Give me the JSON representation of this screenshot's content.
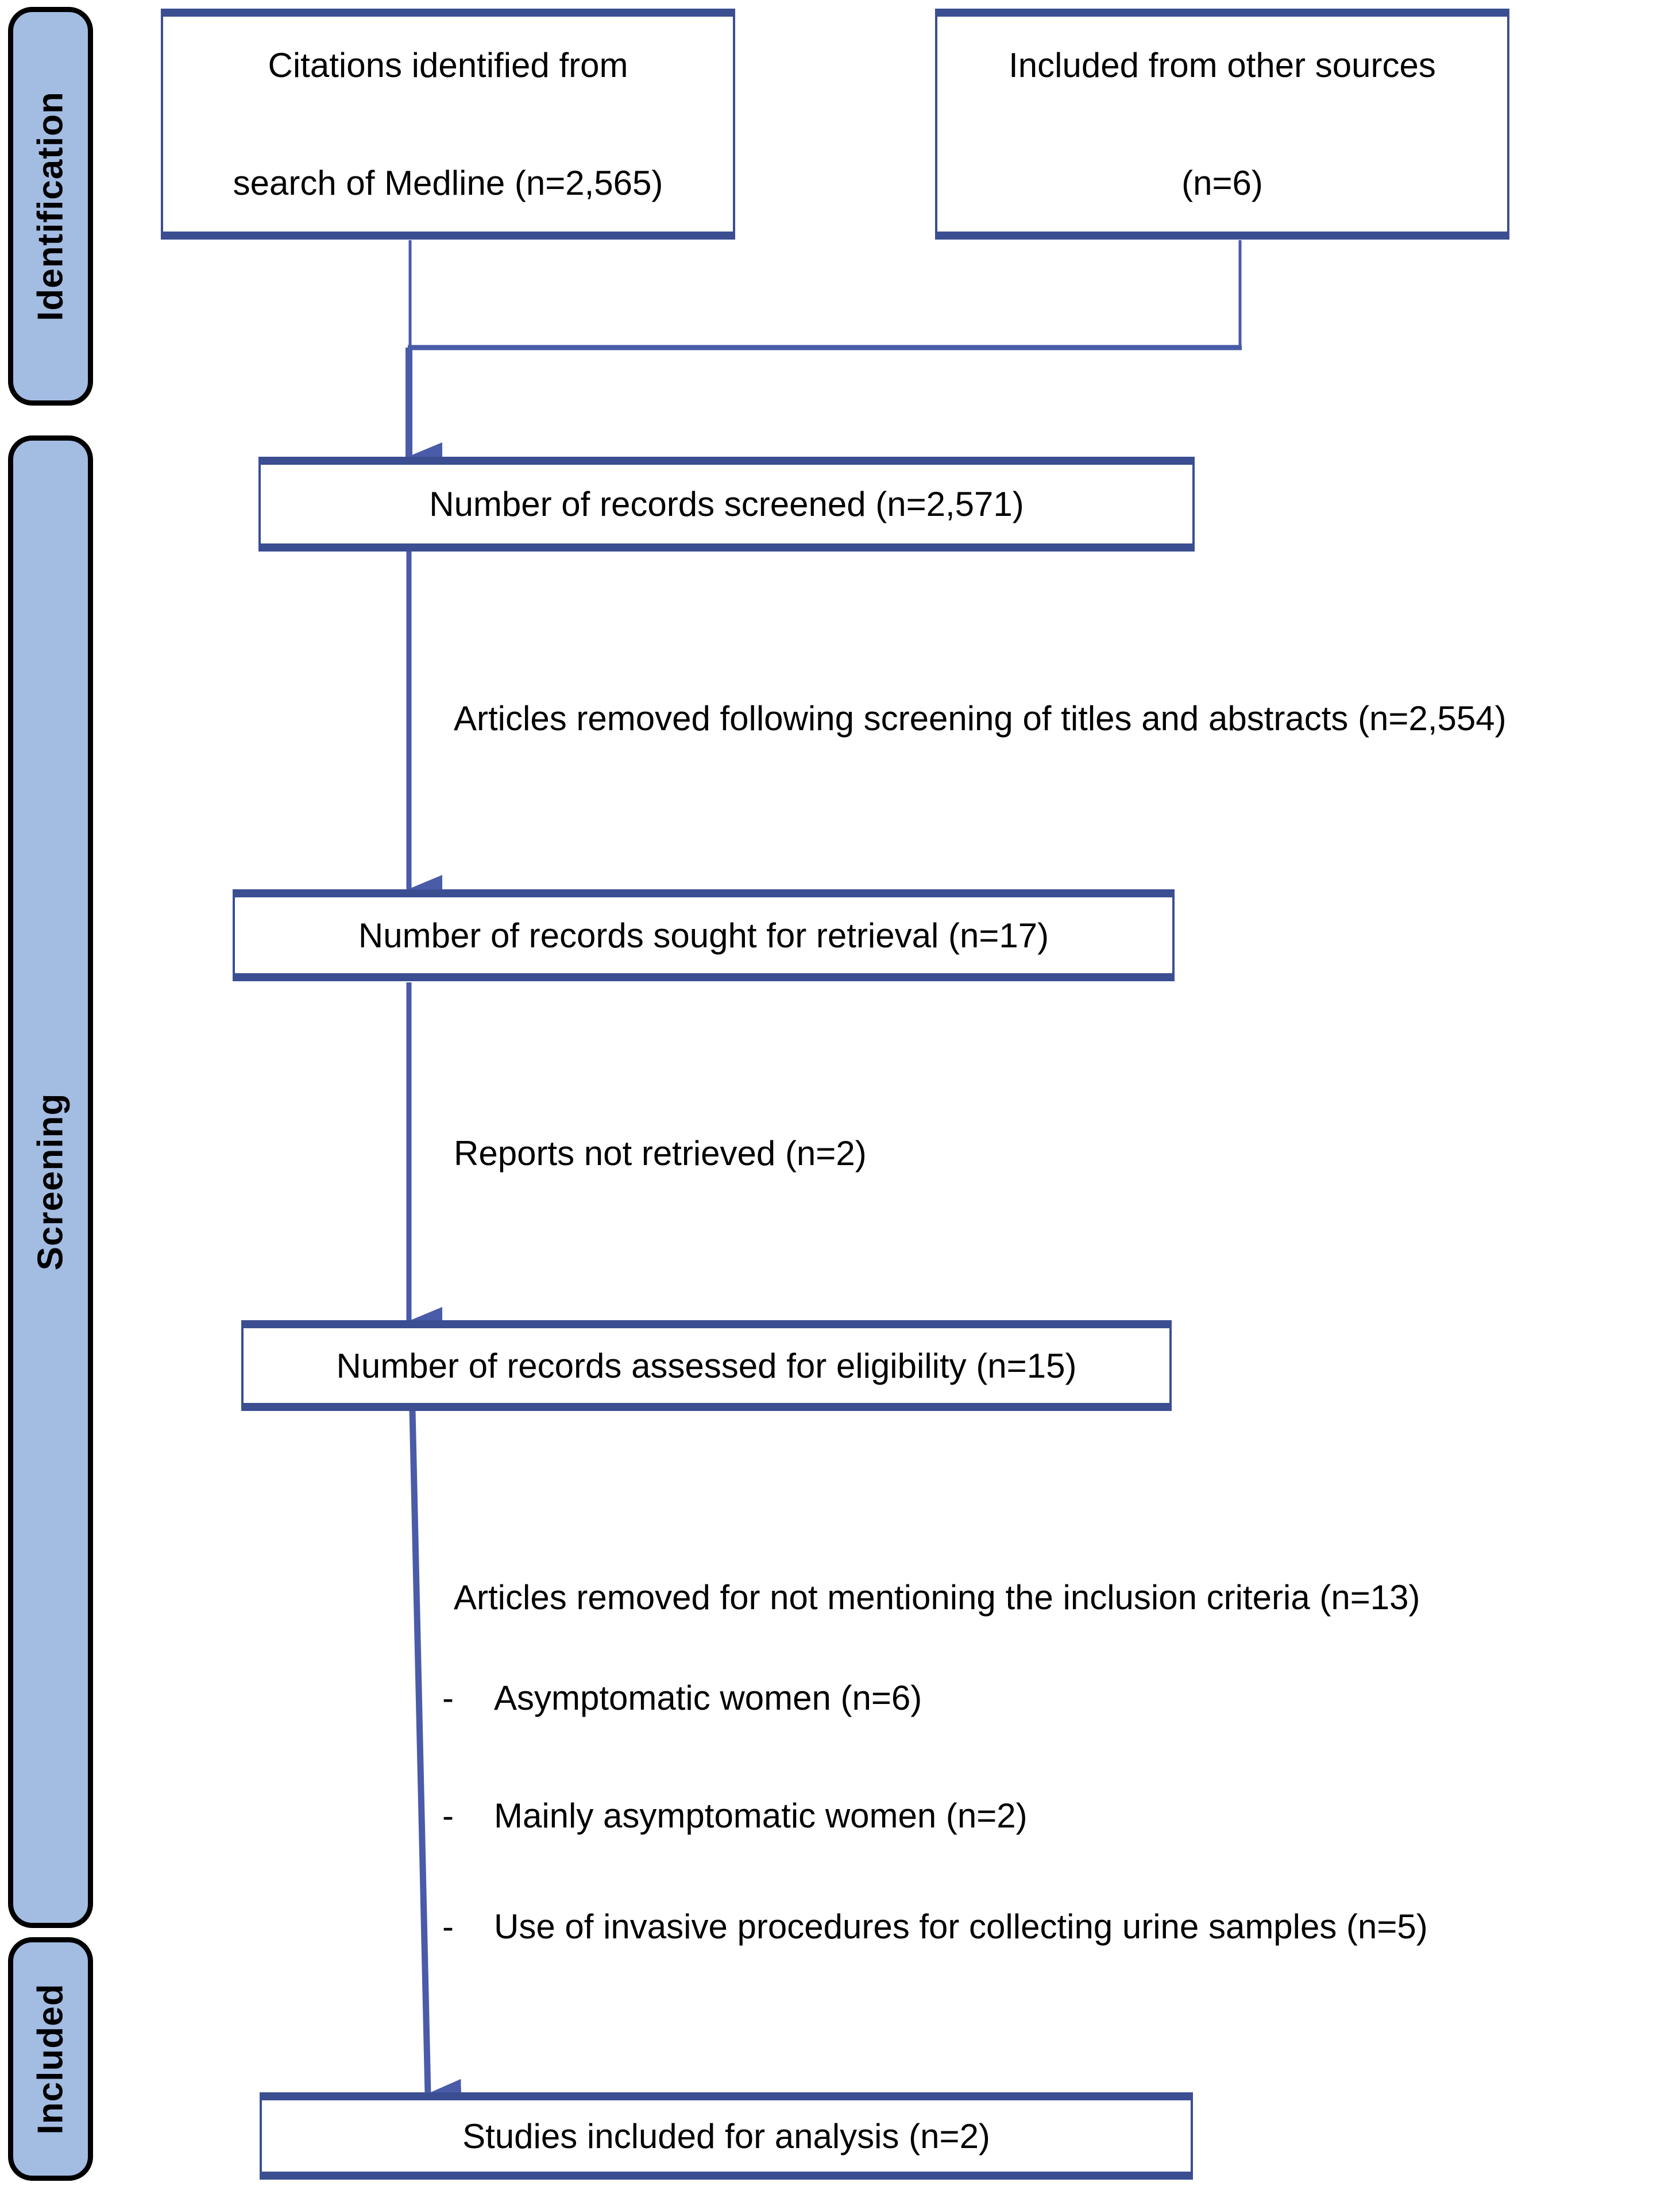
{
  "diagram": {
    "type": "prisma-flow-diagram",
    "title": "PRISMA study selection flow diagram",
    "accent_color": "#3B4E92",
    "stage_bar_fill": "#A3BCE2",
    "stage_bar_border": "#000000",
    "box_border_color": "#3B4E92",
    "background": "#ffffff"
  },
  "stages": [
    {
      "id": "identification",
      "label": "Identification"
    },
    {
      "id": "screening",
      "label": "Screening"
    },
    {
      "id": "included",
      "label": "Included"
    }
  ],
  "boxes": [
    {
      "id": "citations-medline",
      "line1": "Citations identified from",
      "line2": "search of Medline (n=2,565)",
      "count": 2565
    },
    {
      "id": "other-sources",
      "line1": "Included from other sources",
      "line2": "(n=6)",
      "count": 6
    },
    {
      "id": "records-screened",
      "text": "Number of records screened (n=2,571)",
      "count": 2571
    },
    {
      "id": "records-sought",
      "text": "Number of records sought for retrieval (n=17)",
      "count": 17
    },
    {
      "id": "records-assessed",
      "text": "Number of records assessed for eligibility (n=15)",
      "count": 15
    },
    {
      "id": "studies-included",
      "text": "Studies included for analysis (n=2)",
      "count": 2
    }
  ],
  "notes": [
    {
      "id": "removed-after-title-abstract",
      "text": "Articles removed following screening of titles and abstracts (n=2,554)",
      "count": 2554
    },
    {
      "id": "reports-not-retrieved",
      "text": "Reports not retrieved (n=2)",
      "count": 2
    },
    {
      "id": "removed-no-inclusion-criteria",
      "text": "Articles removed for not mentioning the inclusion criteria (n=13)",
      "count": 13
    }
  ],
  "exclusion_reasons": [
    {
      "id": "asymptomatic-women",
      "dash": "-",
      "text": "Asymptomatic women (n=6)",
      "count": 6
    },
    {
      "id": "mainly-asymptomatic-women",
      "dash": "-",
      "text": "Mainly asymptomatic women (n=2)",
      "count": 2
    },
    {
      "id": "invasive-procedures",
      "dash": "-",
      "text": "Use of invasive procedures for collecting urine samples (n=5)",
      "count": 5
    }
  ],
  "chart_data": {
    "type": "diagram",
    "title": "PRISMA flow of study selection",
    "nodes": [
      {
        "id": "citations-medline",
        "stage": "Identification",
        "label": "Citations identified from search of Medline",
        "n": 2565
      },
      {
        "id": "other-sources",
        "stage": "Identification",
        "label": "Included from other sources",
        "n": 6
      },
      {
        "id": "records-screened",
        "stage": "Screening",
        "label": "Number of records screened",
        "n": 2571
      },
      {
        "id": "records-sought",
        "stage": "Screening",
        "label": "Number of records sought for retrieval",
        "n": 17
      },
      {
        "id": "records-assessed",
        "stage": "Screening",
        "label": "Number of records assessed for eligibility",
        "n": 15
      },
      {
        "id": "studies-included",
        "stage": "Included",
        "label": "Studies included for analysis",
        "n": 2
      }
    ],
    "exclusions": [
      {
        "from": "records-screened",
        "label": "Articles removed following screening of titles and abstracts",
        "n": 2554
      },
      {
        "from": "records-sought",
        "label": "Reports not retrieved",
        "n": 2
      },
      {
        "from": "records-assessed",
        "label": "Articles removed for not mentioning the inclusion criteria",
        "n": 13,
        "breakdown": [
          {
            "label": "Asymptomatic women",
            "n": 6
          },
          {
            "label": "Mainly asymptomatic women",
            "n": 2
          },
          {
            "label": "Use of invasive procedures for collecting urine samples",
            "n": 5
          }
        ]
      }
    ]
  }
}
